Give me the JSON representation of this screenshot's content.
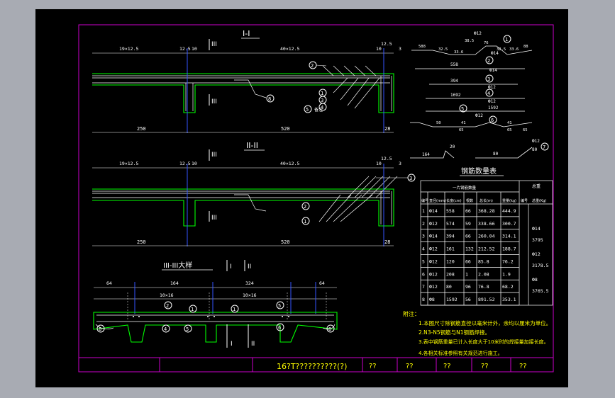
{
  "colors": {
    "background": "#000000",
    "frame": "#cc00cc",
    "concrete": "#00ff00",
    "rebar": "#ffffff",
    "axis": "#0000ff",
    "notes": "#ffff00",
    "window_gray": "#a8abb3"
  },
  "section1": {
    "title": "I-I",
    "cut_label": "III",
    "top_dims": [
      "19×12.5",
      "12.5",
      "10",
      "40×12.5",
      "10",
      "12.5",
      "3"
    ],
    "bottom_dims": [
      "250",
      "520",
      "28"
    ],
    "bubbles": [
      "2",
      "1",
      "3",
      "4",
      "5",
      "8"
    ],
    "note": "备注"
  },
  "section2": {
    "title": "II-II",
    "cut_label": "III",
    "top_dims": [
      "19×12.5",
      "12.5",
      "10",
      "40×12.5",
      "10",
      "12.5",
      "3"
    ],
    "bottom_dims": [
      "250",
      "520",
      "28"
    ],
    "bubbles": [
      "3",
      "2",
      "1"
    ]
  },
  "section3": {
    "title": "III-III大样",
    "cut_labels": [
      "I",
      "II"
    ],
    "top_dims": [
      "64",
      "164",
      "324",
      "64"
    ],
    "mid_dims": [
      "10×16",
      "10×16"
    ],
    "bubbles": [
      "2",
      "1",
      "1",
      "4",
      "5",
      "5",
      "6",
      "8",
      "8"
    ],
    "side_labels": [
      "I",
      "II"
    ]
  },
  "bar_shapes": [
    {
      "id": "1",
      "spec": "Ф12",
      "segs": [
        "588",
        "32.5",
        "33.6",
        "76",
        "38.5",
        "32.5",
        "33.6",
        "88"
      ]
    },
    {
      "id": "2",
      "spec": "Ф14",
      "segs": [
        "558"
      ]
    },
    {
      "id": "3",
      "spec": "Ф14",
      "segs": [
        "394"
      ]
    },
    {
      "id": "4",
      "spec": "Ф12",
      "segs": [
        "1692"
      ]
    },
    {
      "id": "5",
      "spec": "Ф12",
      "segs": [
        "1592"
      ]
    },
    {
      "id": "6",
      "spec": "Ф12",
      "segs": [
        "50",
        "41",
        "65",
        "41",
        "65",
        "65"
      ]
    },
    {
      "id": "7",
      "spec": "Ф12",
      "segs": [
        "164",
        "20",
        "80",
        "80"
      ]
    }
  ],
  "table": {
    "title": "钢筋数量表",
    "group_header": "一片钢筋数量",
    "total_header": "总重",
    "headers": [
      "编号",
      "直径(mm)",
      "长度(cm)",
      "根数",
      "总长(m)",
      "重量(kg)",
      "编号",
      "总重(Kg)"
    ],
    "rows": [
      [
        "1",
        "Ф14",
        "558",
        "66",
        "368.28",
        "444.9"
      ],
      [
        "2",
        "Ф12",
        "574",
        "59",
        "338.66",
        "300.7"
      ],
      [
        "3",
        "Ф14",
        "394",
        "66",
        "260.04",
        "314.1"
      ],
      [
        "4",
        "Ф12",
        "161",
        "132",
        "212.52",
        "188.7"
      ],
      [
        "5",
        "Ф12",
        "120",
        "66",
        "85.8",
        "76.2"
      ],
      [
        "6",
        "Ф12",
        "208",
        "1",
        "2.08",
        "1.9"
      ],
      [
        "7",
        "Ф12",
        "80",
        "96",
        "76.8",
        "68.2"
      ],
      [
        "8",
        "Ф8",
        "1592",
        "56",
        "891.52",
        "353.1"
      ]
    ],
    "totals": [
      "Ф14",
      "3795",
      "Ф12",
      "3178.5",
      "Ф8",
      "3765.5"
    ]
  },
  "notes": {
    "heading": "附注：",
    "items": [
      "1.本图尺寸除钢筋直径以毫米计外，余均以厘米为单位。",
      "2.N3-N5钢筋与N1钢筋焊接。",
      "3.表中钢筋重量已计入长度大于10米时的焊接量加接长度。",
      "4.各相关标准参照有关规范进行施工。"
    ]
  },
  "title_block": {
    "main": "16?T??????????(?)",
    "cells": [
      "??",
      "??",
      "??",
      "??",
      "??"
    ]
  }
}
